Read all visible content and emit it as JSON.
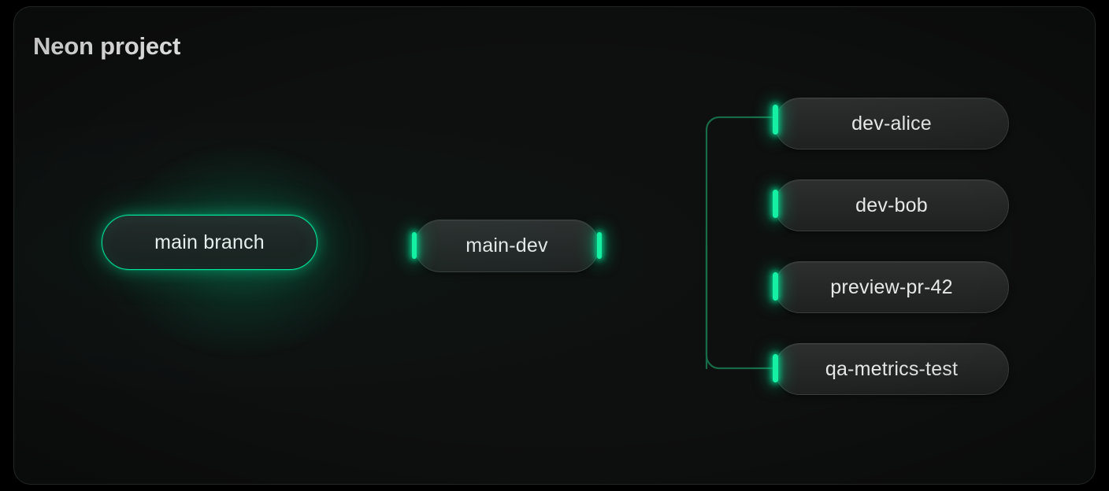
{
  "page": {
    "background": "#000000",
    "card_background": "#0e0f0f",
    "accent_color": "#00e599",
    "wire_color": "#186b48",
    "node_text_color": "#e6e8e8",
    "title_color": "#ffffff"
  },
  "header": {
    "title": "Neon project"
  },
  "diagram": {
    "type": "branch-tree",
    "root": {
      "label": "main branch",
      "highlighted": true
    },
    "intermediate": {
      "label": "main-dev"
    },
    "children": [
      {
        "label": "dev-alice"
      },
      {
        "label": "dev-bob"
      },
      {
        "label": "preview-pr-42"
      },
      {
        "label": "qa-metrics-test"
      }
    ]
  }
}
